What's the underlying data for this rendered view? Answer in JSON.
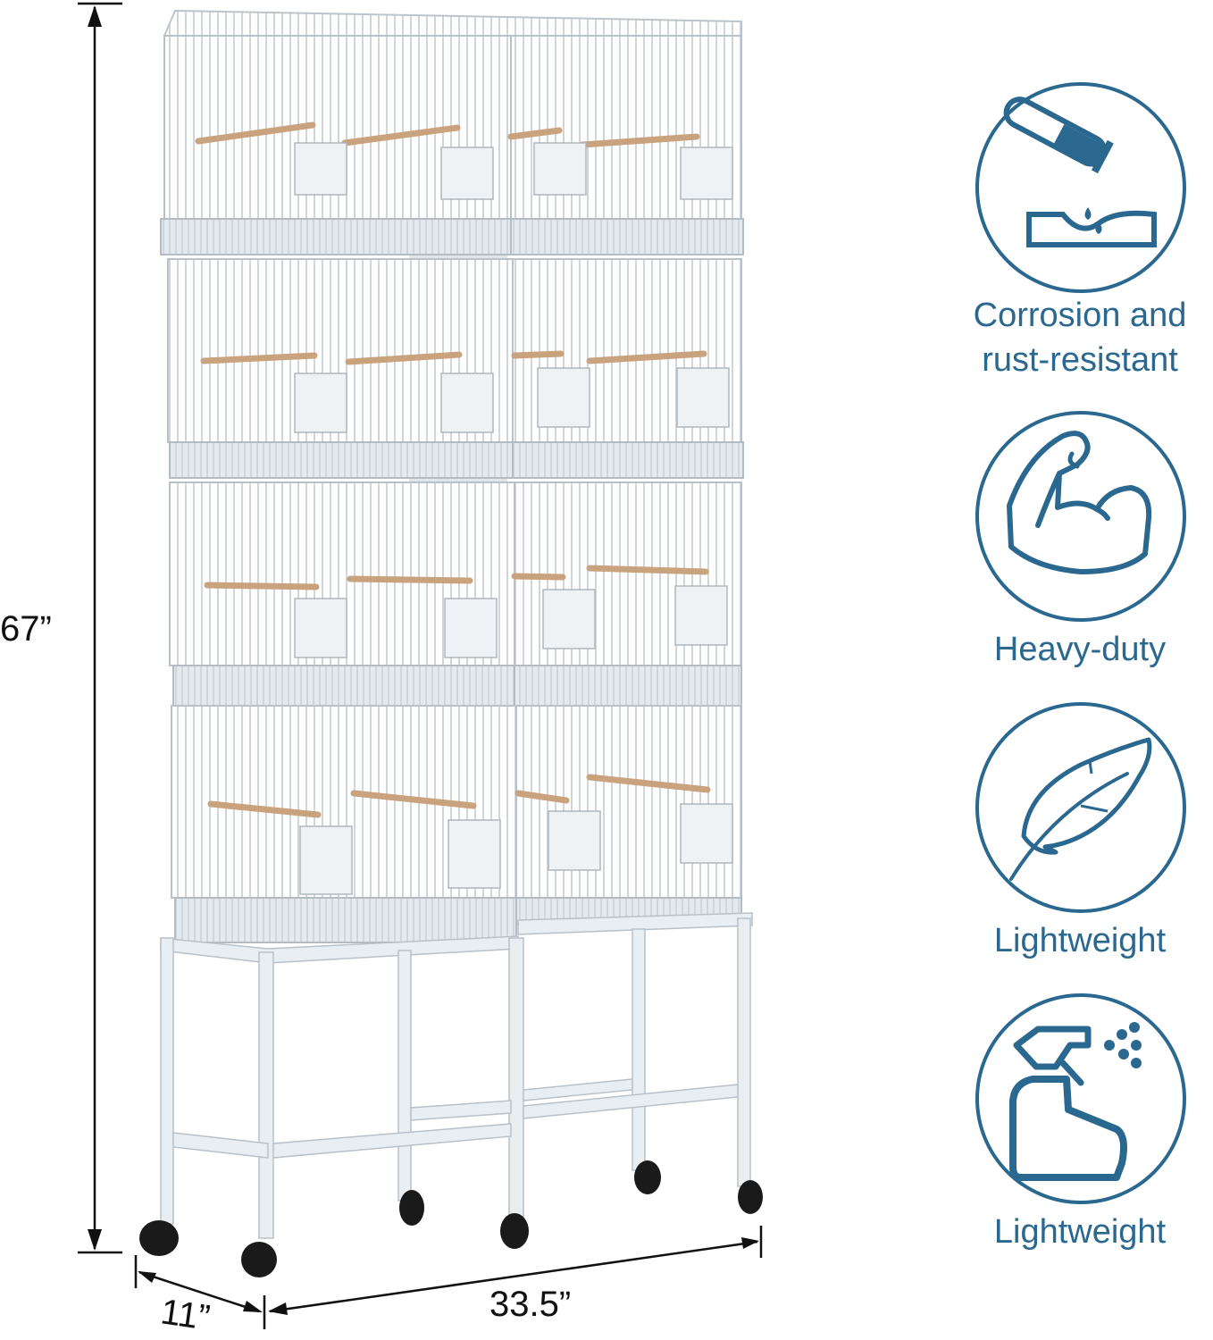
{
  "product": {
    "name": "bird-cage-stack",
    "colors": {
      "cage": "#dfe4e8",
      "wire": "#c9d0d6",
      "perch": "#c9a27e",
      "wheel": "#1a1a1a",
      "dimension_line": "#111111"
    },
    "tiers": 4,
    "columns": 2,
    "wheels": 6
  },
  "dimensions": {
    "height": "67”",
    "depth": "11”",
    "width": "33.5”"
  },
  "features": {
    "accent_color": "#2a6890",
    "items": [
      {
        "icon": "corrosion-icon",
        "label": "Corrosion and rust-resistant",
        "lines": [
          "Corrosion and",
          "rust-resistant"
        ]
      },
      {
        "icon": "muscle-arm-icon",
        "label": "Heavy-duty",
        "lines": [
          "Heavy-duty"
        ]
      },
      {
        "icon": "feather-icon",
        "label": "Lightweight",
        "lines": [
          "Lightweight"
        ]
      },
      {
        "icon": "spray-bottle-icon",
        "label": "Lightweight",
        "lines": [
          "Lightweight"
        ]
      }
    ]
  }
}
